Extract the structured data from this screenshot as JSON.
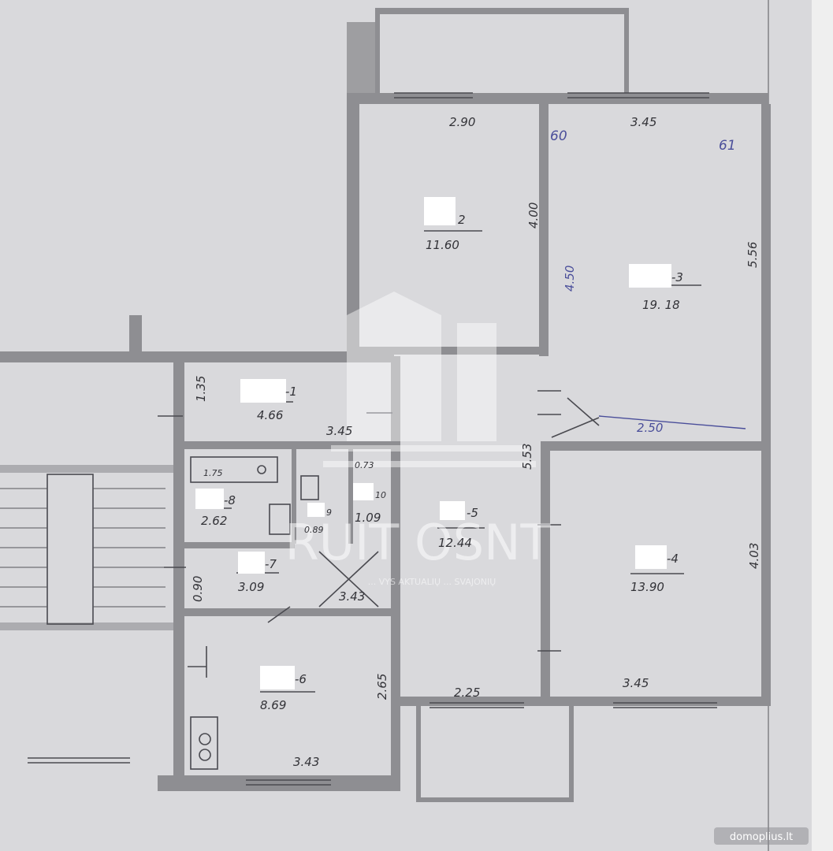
{
  "rooms": [
    {
      "id": "1",
      "label": "-1",
      "area": "4.66"
    },
    {
      "id": "2",
      "label": "2",
      "area": "11.60"
    },
    {
      "id": "3",
      "label": "-3",
      "area": "19. 18"
    },
    {
      "id": "4",
      "label": "-4",
      "area": "13.90"
    },
    {
      "id": "5",
      "label": "-5",
      "area": "12.44"
    },
    {
      "id": "6",
      "label": "-6",
      "area": "8.69"
    },
    {
      "id": "7",
      "label": "-7",
      "area": "3.09"
    },
    {
      "id": "8",
      "label": "-8",
      "area": "2.62"
    },
    {
      "id": "9",
      "label": "9",
      "area": "0.89"
    },
    {
      "id": "10",
      "label": "10",
      "area": "1.09"
    }
  ],
  "dimensions": {
    "d_2_90": "2.90",
    "d_3_45_top": "3.45",
    "d_4_00": "4.00",
    "d_4_50": "4.50",
    "d_5_56": "5.56",
    "d_2_50": "2.50",
    "d_1_35": "1.35",
    "d_3_45_mid": "3.45",
    "d_5_53": "5.53",
    "d_1_75": "1.75",
    "d_0_73": "0.73",
    "d_4_03": "4.03",
    "d_0_90": "0.90",
    "d_3_43_hall": "3.43",
    "d_2_65": "2.65",
    "d_2_25": "2.25",
    "d_3_45_bottom": "3.45",
    "d_3_43_kitchen": "3.43"
  },
  "notes": {
    "n60": "60",
    "n61": "61"
  },
  "watermark": {
    "brand": "RUIT OSNT",
    "tagline": "... VYS AKTUALIŲ ... SVAJONIŲ"
  },
  "site": "domoplius.lt",
  "colors": {
    "paper": "#dcdcde",
    "ink": "#333338",
    "blue_ink": "#4a4e9a",
    "wall": "#8e8e92"
  }
}
